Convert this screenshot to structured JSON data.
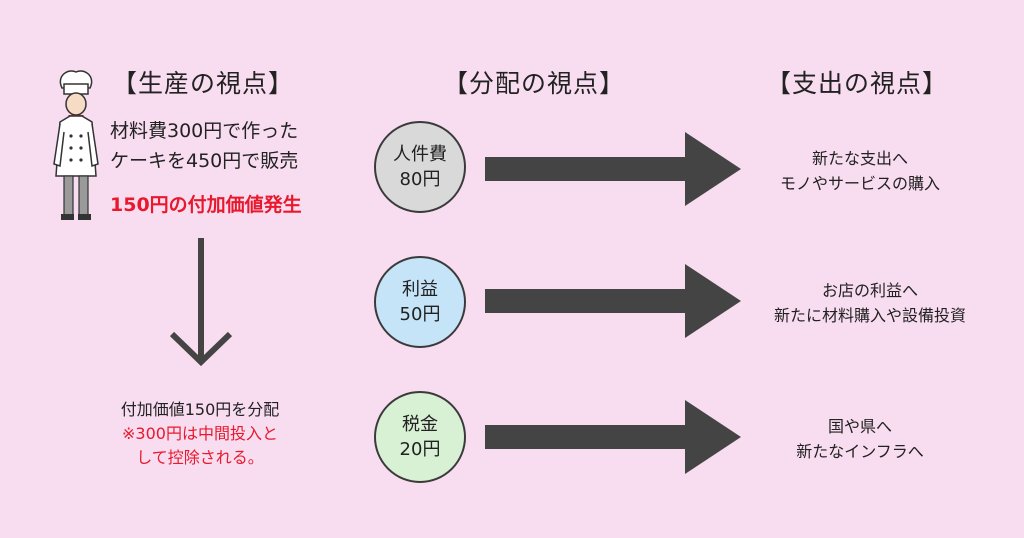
{
  "headings": {
    "production": "【生産の視点】",
    "distribution": "【分配の視点】",
    "expenditure": "【支出の視点】"
  },
  "production": {
    "line1": "材料費300円で作った",
    "line2": "ケーキを450円で販売",
    "highlight": "150円の付加価値発生"
  },
  "distribution_note": {
    "line1": "付加価値150円を分配",
    "line2": "※300円は中間投入と",
    "line3": "して控除される。"
  },
  "items": [
    {
      "label": "人件費",
      "amount": "80円",
      "color": "#d9d9d9",
      "result1": "新たな支出へ",
      "result2": "モノやサービスの購入"
    },
    {
      "label": "利益",
      "amount": "50円",
      "color": "#c6e4f7",
      "result1": "お店の利益へ",
      "result2": "新たに材料購入や設備投資"
    },
    {
      "label": "税金",
      "amount": "20円",
      "color": "#d8f0d4",
      "result1": "国や県へ",
      "result2": "新たなインフラへ"
    }
  ],
  "colors": {
    "background": "#f8dcf0",
    "accent_red": "#e8192c",
    "arrow": "#444444"
  },
  "icons": [
    "chef-icon",
    "down-arrow-icon",
    "right-arrow-icon"
  ]
}
